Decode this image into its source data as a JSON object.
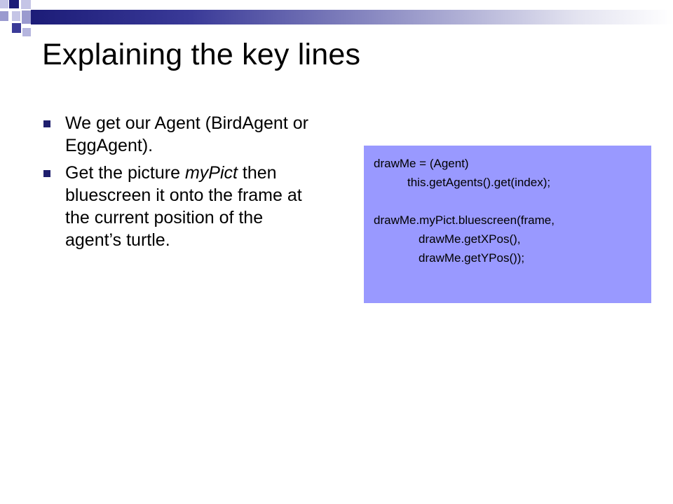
{
  "slide": {
    "title": "Explaining the key lines",
    "bullets": [
      {
        "text": "We get our Agent (BirdAgent or EggAgent)."
      },
      {
        "before": "Get the picture ",
        "emphasis": "myPict",
        "after": " then bluescreen it onto the frame at the current position of the agent’s turtle."
      }
    ],
    "code_lines": [
      "drawMe = (Agent)",
      "this.getAgents().get(index);",
      "",
      "drawMe.myPict.bluescreen(frame,",
      "drawMe.getXPos(),",
      "drawMe.getYPos());"
    ]
  },
  "colors": {
    "code_background": "#9999ff",
    "bar_dark": "#1c1c78",
    "bullet": "#1f1f6e"
  },
  "icons": {
    "bullet": "square-bullet-icon",
    "logo": "decorative-squares-icon"
  }
}
